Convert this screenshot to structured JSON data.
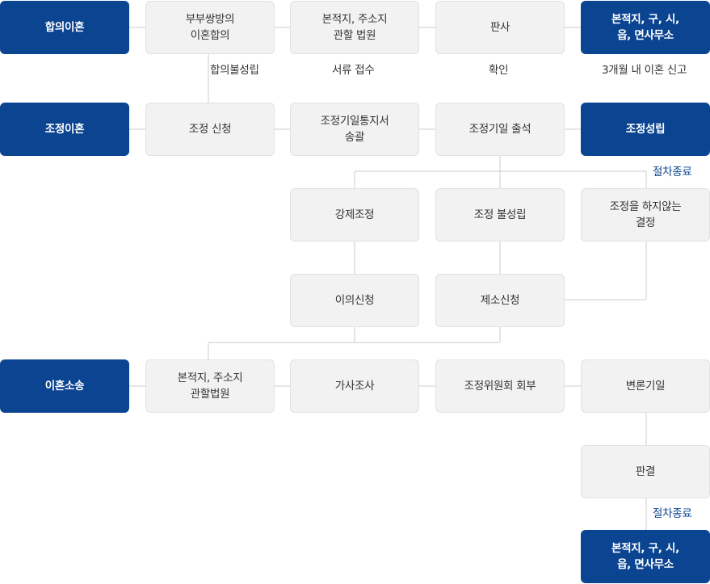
{
  "colors": {
    "primary": "#0b4491",
    "box_bg": "#f2f2f2",
    "line": "#cccccc",
    "accent_text": "#0b4491"
  },
  "rows": {
    "agreement": {
      "title": "합의이혼",
      "steps": [
        "부부쌍방의\n이혼합의",
        "본적지, 주소지\n관할 법원",
        "판사",
        "본적지, 구, 시,\n읍, 면사무소"
      ],
      "captions": [
        "합의불성립",
        "서류 접수",
        "확인",
        "3개월 내 이혼 신고"
      ]
    },
    "mediation": {
      "title": "조정이혼",
      "steps": [
        "조정 신청",
        "조정기일통지서\n송괄",
        "조정기일 출석",
        "조정성립"
      ],
      "end_caption": "절차종료",
      "branches": [
        "강제조정",
        "조정 불성립",
        "조정을 하지않는\n결정"
      ],
      "second": [
        "이의신청",
        "제소신청"
      ]
    },
    "litigation": {
      "title": "이혼소송",
      "steps": [
        "본적지, 주소지\n관할법원",
        "가사조사",
        "조정위원회 회부",
        "변론기일"
      ],
      "judgment": "판결",
      "end_caption": "절차종료",
      "final": "본적지, 구, 시,\n읍, 면사무소"
    }
  }
}
